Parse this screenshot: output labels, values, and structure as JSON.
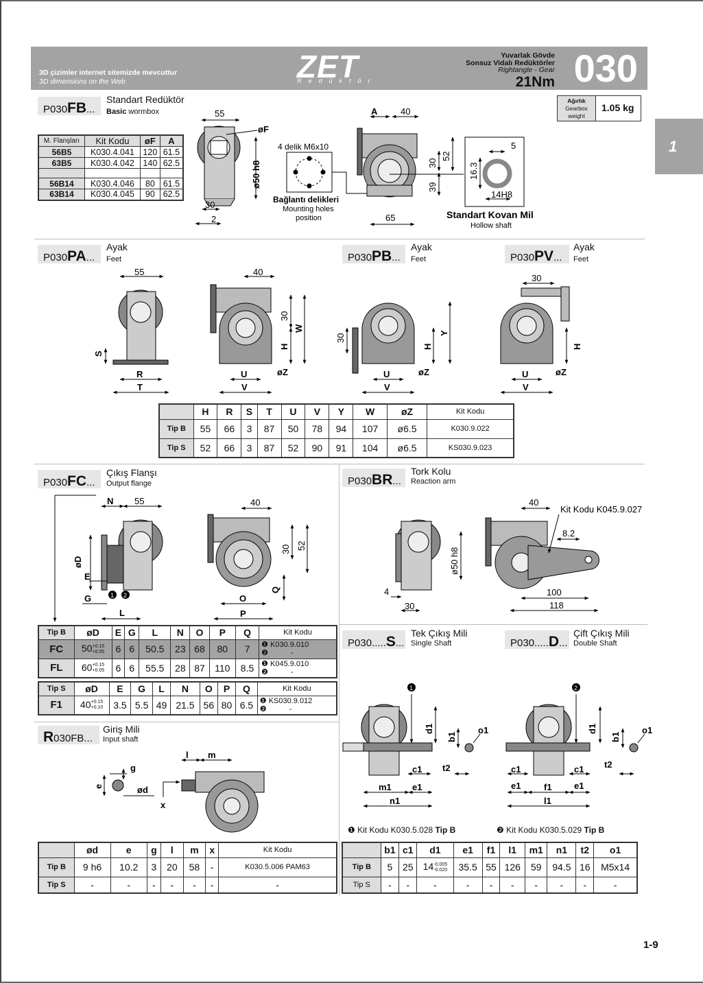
{
  "header": {
    "web_tr": "3D çizimler internet sitemizde mevcuttur",
    "web_en": "3D dimensions on the Web",
    "logo": "ZET",
    "logo_sub": "Redüktör",
    "type1": "Yuvarlak Gövde",
    "type2": "Sonsuz Vidalı Redüktörler",
    "type3": "Rightangle - Gear",
    "torque": "21Nm",
    "size": "030"
  },
  "side_tab": "1",
  "weight": {
    "label1": "Ağırlık",
    "label2": "Gearbox",
    "label3": "weight",
    "value": "1.05 kg"
  },
  "fb": {
    "prefix": "P030",
    "code": "FB",
    "suffix": "...",
    "title": "Standart Redüktör",
    "subtitle_b": "Basic",
    "subtitle": "wormbox",
    "table": {
      "headers": [
        "M. Flanşları",
        "Kit Kodu",
        "øF",
        "A"
      ],
      "rows": [
        [
          "56B5",
          "K030.4.041",
          "120",
          "61.5"
        ],
        [
          "63B5",
          "K030.4.042",
          "140",
          "62.5"
        ],
        [
          "",
          "",
          "",
          ""
        ],
        [
          "56B14",
          "K030.4.046",
          "80",
          "61.5"
        ],
        [
          "63B14",
          "K030.4.045",
          "90",
          "62.5"
        ]
      ]
    },
    "mount_tr": "Bağlantı delikleri",
    "mount_en1": "Mounting holes",
    "mount_en2": "position",
    "holes": "4 delik M6x10",
    "shaft_tr": "Standart Kovan Mil",
    "shaft_en": "Hollow shaft",
    "dims": {
      "d55": "55",
      "dF": "øF",
      "d50": "ø50 h8",
      "d30": "30",
      "d2": "2",
      "dA": "A",
      "d40": "40",
      "d52": "52",
      "d30b": "30",
      "d39": "39",
      "d65": "65",
      "d5": "5",
      "d163": "16.3",
      "d14": "14H8"
    }
  },
  "pa": {
    "prefix": "P030",
    "code": "PA",
    "suffix": "...",
    "title": "Ayak",
    "subtitle": "Feet"
  },
  "pb": {
    "prefix": "P030",
    "code": "PB",
    "suffix": "...",
    "title": "Ayak",
    "subtitle": "Feet"
  },
  "pv": {
    "prefix": "P030",
    "code": "PV",
    "suffix": "...",
    "title": "Ayak",
    "subtitle": "Feet"
  },
  "feet_dims": {
    "d55": "55",
    "s": "S",
    "r": "R",
    "t": "T",
    "d40": "40",
    "d30": "30",
    "h": "H",
    "w": "W",
    "u": "U",
    "v": "V",
    "z": "øZ",
    "y": "Y",
    "d30b": "30",
    "d30c": "30"
  },
  "feet_table": {
    "headers": [
      "",
      "H",
      "R",
      "S",
      "T",
      "U",
      "V",
      "Y",
      "W",
      "øZ",
      "Kit Kodu"
    ],
    "rows": [
      [
        "Tip B",
        "55",
        "66",
        "3",
        "87",
        "50",
        "78",
        "94",
        "107",
        "ø6.5",
        "K030.9.022"
      ],
      [
        "Tip S",
        "52",
        "66",
        "3",
        "87",
        "52",
        "90",
        "91",
        "104",
        "ø6.5",
        "KS030.9.023"
      ]
    ]
  },
  "fc": {
    "prefix": "P030",
    "code": "FC",
    "suffix": "...",
    "title": "Çıkış Flanşı",
    "subtitle": "Output flange",
    "dims": {
      "n": "N",
      "d55": "55",
      "d": "øD",
      "e": "E",
      "g": "G",
      "l": "L",
      "d40": "40",
      "d30": "30",
      "d52": "52",
      "o": "O",
      "p": "P",
      "q": "Q",
      "c1": "1",
      "c2": "2"
    }
  },
  "fc_table_b": {
    "headers": [
      "Tip B",
      "øD",
      "E",
      "G",
      "L",
      "N",
      "O",
      "P",
      "Q",
      "Kit Kodu"
    ],
    "rows": [
      {
        "name": "FC",
        "d": "50",
        "dtol1": "+0.15",
        "dtol2": "+0.05",
        "e": "6",
        "g": "6",
        "l": "50.5",
        "n": "23",
        "o": "68",
        "p": "80",
        "q": "7",
        "kit1": "K030.9.010",
        "kit2": "-"
      },
      {
        "name": "FL",
        "d": "60",
        "dtol1": "+0.15",
        "dtol2": "+0.05",
        "e": "6",
        "g": "6",
        "l": "55.5",
        "n": "28",
        "o": "87",
        "p": "110",
        "q": "8.5",
        "kit1": "K045.9.010",
        "kit2": "-"
      }
    ]
  },
  "fc_table_s": {
    "headers": [
      "Tip S",
      "øD",
      "E",
      "G",
      "L",
      "N",
      "O",
      "P",
      "Q",
      "Kit Kodu"
    ],
    "rows": [
      {
        "name": "F1",
        "d": "40",
        "dtol1": "+0.15",
        "dtol2": "+0.10",
        "e": "3.5",
        "g": "5.5",
        "l": "49",
        "n": "21.5",
        "o": "56",
        "p": "80",
        "q": "6.5",
        "kit1": "KS030.9.012",
        "kit2": "-"
      }
    ]
  },
  "br": {
    "prefix": "P030",
    "code": "BR",
    "suffix": "...",
    "title": "Tork Kolu",
    "subtitle": "Reaction arm",
    "dims": {
      "d50": "ø50 h8",
      "d4": "4",
      "d30": "30",
      "d40": "40",
      "kit": "Kit Kodu K045.9.027",
      "d82": "8.2",
      "d100": "100",
      "d118": "118"
    }
  },
  "s": {
    "prefix": "P030.....",
    "code": "S",
    "suffix": "...",
    "title": "Tek Çıkış Mili",
    "subtitle": "Single Shaft"
  },
  "dd": {
    "prefix": "P030.....",
    "code": "D",
    "suffix": "...",
    "title": "Çift Çıkış Mili",
    "subtitle": "Double Shaft"
  },
  "shaft_dims": {
    "d1": "d1",
    "b1": "b1",
    "o1": "o1",
    "c1": "c1",
    "e1": "e1",
    "m1": "m1",
    "n1": "n1",
    "t2": "t2",
    "f1": "f1",
    "l1": "l1"
  },
  "shaft_kits": {
    "k1": "Kit Kodu K030.5.028",
    "k2": "Kit Kodu K030.5.029",
    "tip": "Tip B"
  },
  "shaft_table": {
    "headers": [
      "",
      "b1",
      "c1",
      "d1",
      "e1",
      "f1",
      "l1",
      "m1",
      "n1",
      "t2",
      "o1"
    ],
    "rowB": {
      "name": "Tip B",
      "b1": "5",
      "c1": "25",
      "d1": "14",
      "d1t1": "-0.005",
      "d1t2": "-0.020",
      "e1": "35.5",
      "f1": "55",
      "l1": "126",
      "m1": "59",
      "n1": "94.5",
      "t2": "16",
      "o1": "M5x14"
    },
    "rowS": [
      "Tip S",
      "-",
      "-",
      "-",
      "-",
      "-",
      "-",
      "-",
      "-",
      "-",
      "-"
    ]
  },
  "r": {
    "prefix_big": "R",
    "prefix": "030FB",
    "suffix": "...",
    "title": "Giriş Mili",
    "subtitle": "Input shaft",
    "dims": {
      "g": "g",
      "e": "e",
      "d": "ød",
      "l": "l",
      "m": "m",
      "x": "x"
    }
  },
  "r_table": {
    "headers": [
      "",
      "ød",
      "e",
      "g",
      "l",
      "m",
      "x",
      "Kit Kodu"
    ],
    "rowB": {
      "name": "Tip B",
      "d": "9 h6",
      "e": "10.2",
      "g": "3",
      "l": "20",
      "m": "58",
      "x": "-",
      "kit": "K030.5.006",
      "kit2": "PAM63"
    },
    "rowS": [
      "Tip S",
      "-",
      "-",
      "-",
      "-",
      "-",
      "-",
      "-"
    ]
  },
  "page": "1-9"
}
